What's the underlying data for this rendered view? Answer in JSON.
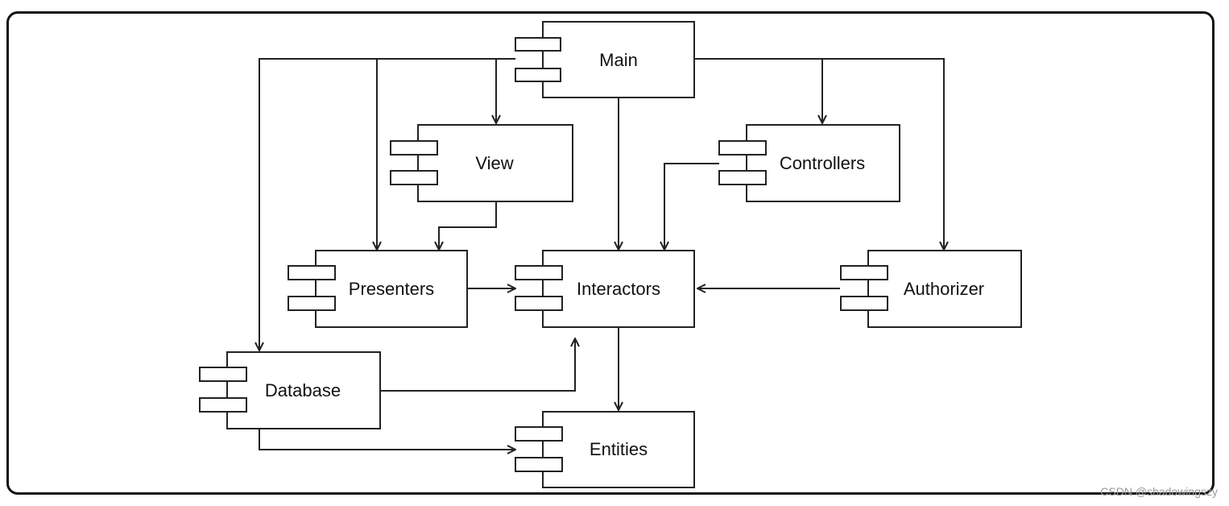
{
  "components": {
    "main": "Main",
    "view": "View",
    "controllers": "Controllers",
    "presenters": "Presenters",
    "interactors": "Interactors",
    "authorizer": "Authorizer",
    "database": "Database",
    "entities": "Entities"
  },
  "watermark": "CSDN @shadowingszy"
}
